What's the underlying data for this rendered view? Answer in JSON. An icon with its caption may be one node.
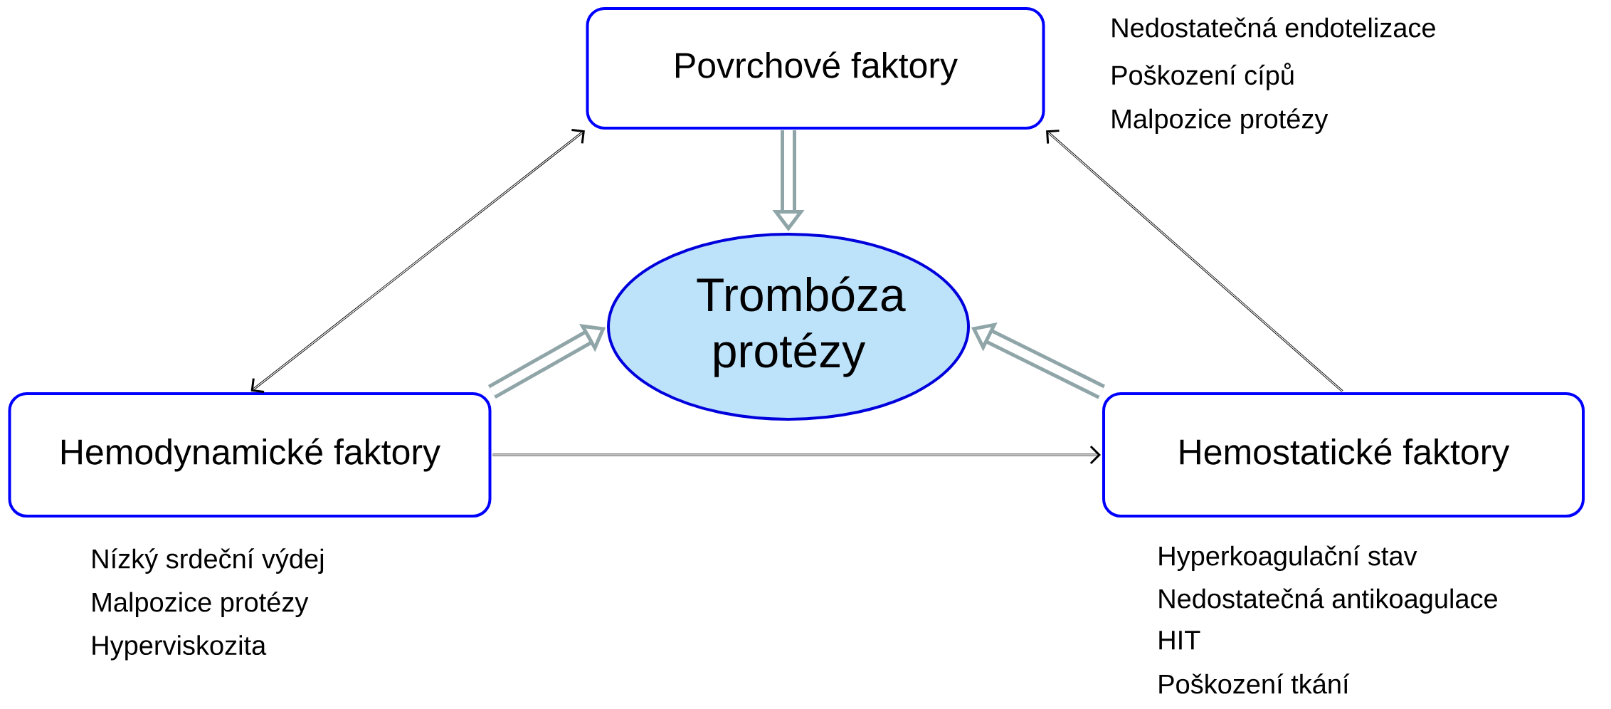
{
  "diagram": {
    "nodes": [
      {
        "text": [
          "Povrchové faktory"
        ],
        "beside": [
          "Nedostatečná endotelizace",
          "Poškození cípů",
          "Malpozice protézy"
        ]
      },
      {
        "text": [
          "Trombóza protézy"
        ]
      },
      {
        "text": [
          "Hemodynamické faktory"
        ],
        "beside": [
          "Nízký srdeční výdej",
          "Malpozice protézy",
          "Hyperviskozita"
        ]
      },
      {
        "text": [
          "Hemostatické faktory"
        ],
        "beside": [
          "Hyperkoagulační stav",
          "Nedostatečná antikoagulace",
          "HIT",
          "Poškození tkání"
        ]
      }
    ],
    "edges": [
      {
        "from": 0,
        "to": 1,
        "arrow": "to",
        "style": "thick",
        "color": "#8fa5a8"
      },
      {
        "from": 2,
        "to": 1,
        "arrow": "to",
        "style": "thick",
        "color": "#8fa5a8"
      },
      {
        "from": 3,
        "to": 1,
        "arrow": "to",
        "style": "thick",
        "color": "#8fa5a8"
      },
      {
        "from": 0,
        "to": 2,
        "arrow": "both",
        "color": "#000000"
      },
      {
        "from": 3,
        "to": 0,
        "arrow": "to",
        "color": "#000000"
      },
      {
        "from": 2,
        "to": 3,
        "arrow": "to",
        "color": "#000000"
      }
    ]
  }
}
